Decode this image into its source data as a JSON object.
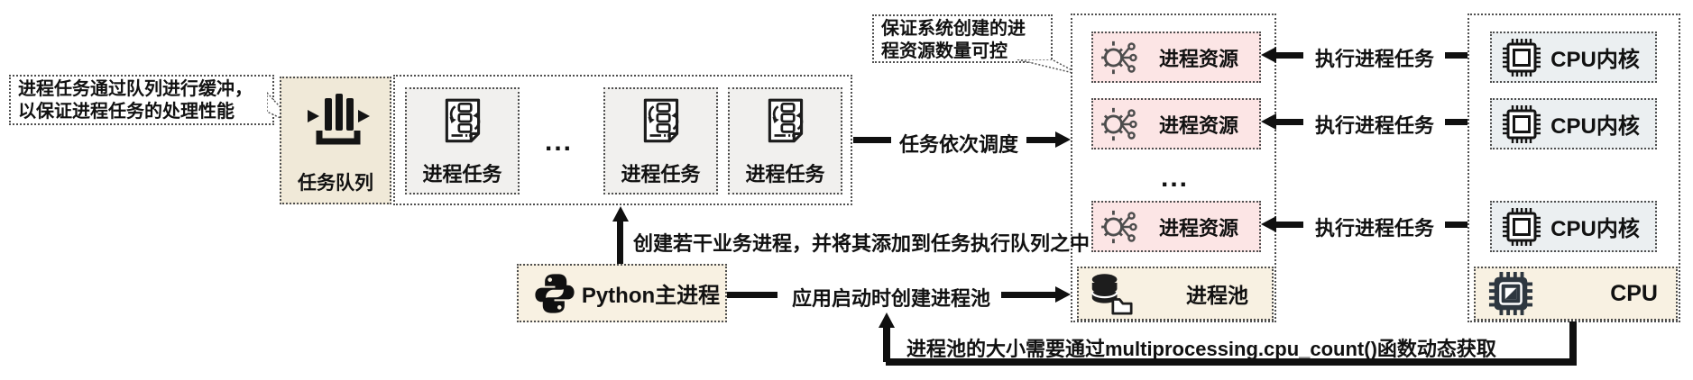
{
  "palette": {
    "cream_dark": "#f0e9d8",
    "cream_light": "#f8f1e2",
    "pink": "#fce5e5",
    "task_gray": "#f1f0ee",
    "core_gray": "#ebeff1",
    "line_black": "#101010",
    "border_gray": "#4f4f4f"
  },
  "callout_queue": {
    "line1": "进程任务通过队列进行缓冲，",
    "line2": "以保证进程任务的处理性能"
  },
  "callout_resource": {
    "line1": "保证系统创建的进",
    "line2": "程资源数量可控"
  },
  "task_queue": {
    "label": "任务队列",
    "icon": "queue-icon"
  },
  "task_group": {
    "ellipsis": "...",
    "items": [
      {
        "label": "进程任务",
        "icon": "process-task-icon"
      },
      {
        "label": "进程任务",
        "icon": "process-task-icon"
      },
      {
        "label": "进程任务",
        "icon": "process-task-icon"
      }
    ]
  },
  "resource_group": {
    "ellipsis": "...",
    "items": [
      {
        "label": "进程资源",
        "icon": "process-resource-icon"
      },
      {
        "label": "进程资源",
        "icon": "process-resource-icon"
      },
      {
        "label": "进程资源",
        "icon": "process-resource-icon"
      }
    ],
    "pool": {
      "label": "进程池",
      "icon": "database-folder-icon"
    }
  },
  "cpu_group": {
    "cores": [
      {
        "label": "CPU内核",
        "icon": "cpu-core-icon"
      },
      {
        "label": "CPU内核",
        "icon": "cpu-core-icon"
      },
      {
        "label": "CPU内核",
        "icon": "cpu-core-icon"
      }
    ],
    "cpu": {
      "label": "CPU",
      "icon": "cpu-chip-icon"
    }
  },
  "python": {
    "label": "Python主进程",
    "icon": "python-icon"
  },
  "flow": {
    "schedule": "任务依次调度",
    "exec_rows": [
      {
        "label": "执行进程任务"
      },
      {
        "label": "执行进程任务"
      },
      {
        "label": "执行进程任务"
      }
    ],
    "create_tasks": "创建若干业务进程，并将其添加到任务执行队列之中",
    "create_pool": "应用启动时创建进程池",
    "pool_size": "进程池的大小需要通过multiprocessing.cpu_count()函数动态获取"
  }
}
